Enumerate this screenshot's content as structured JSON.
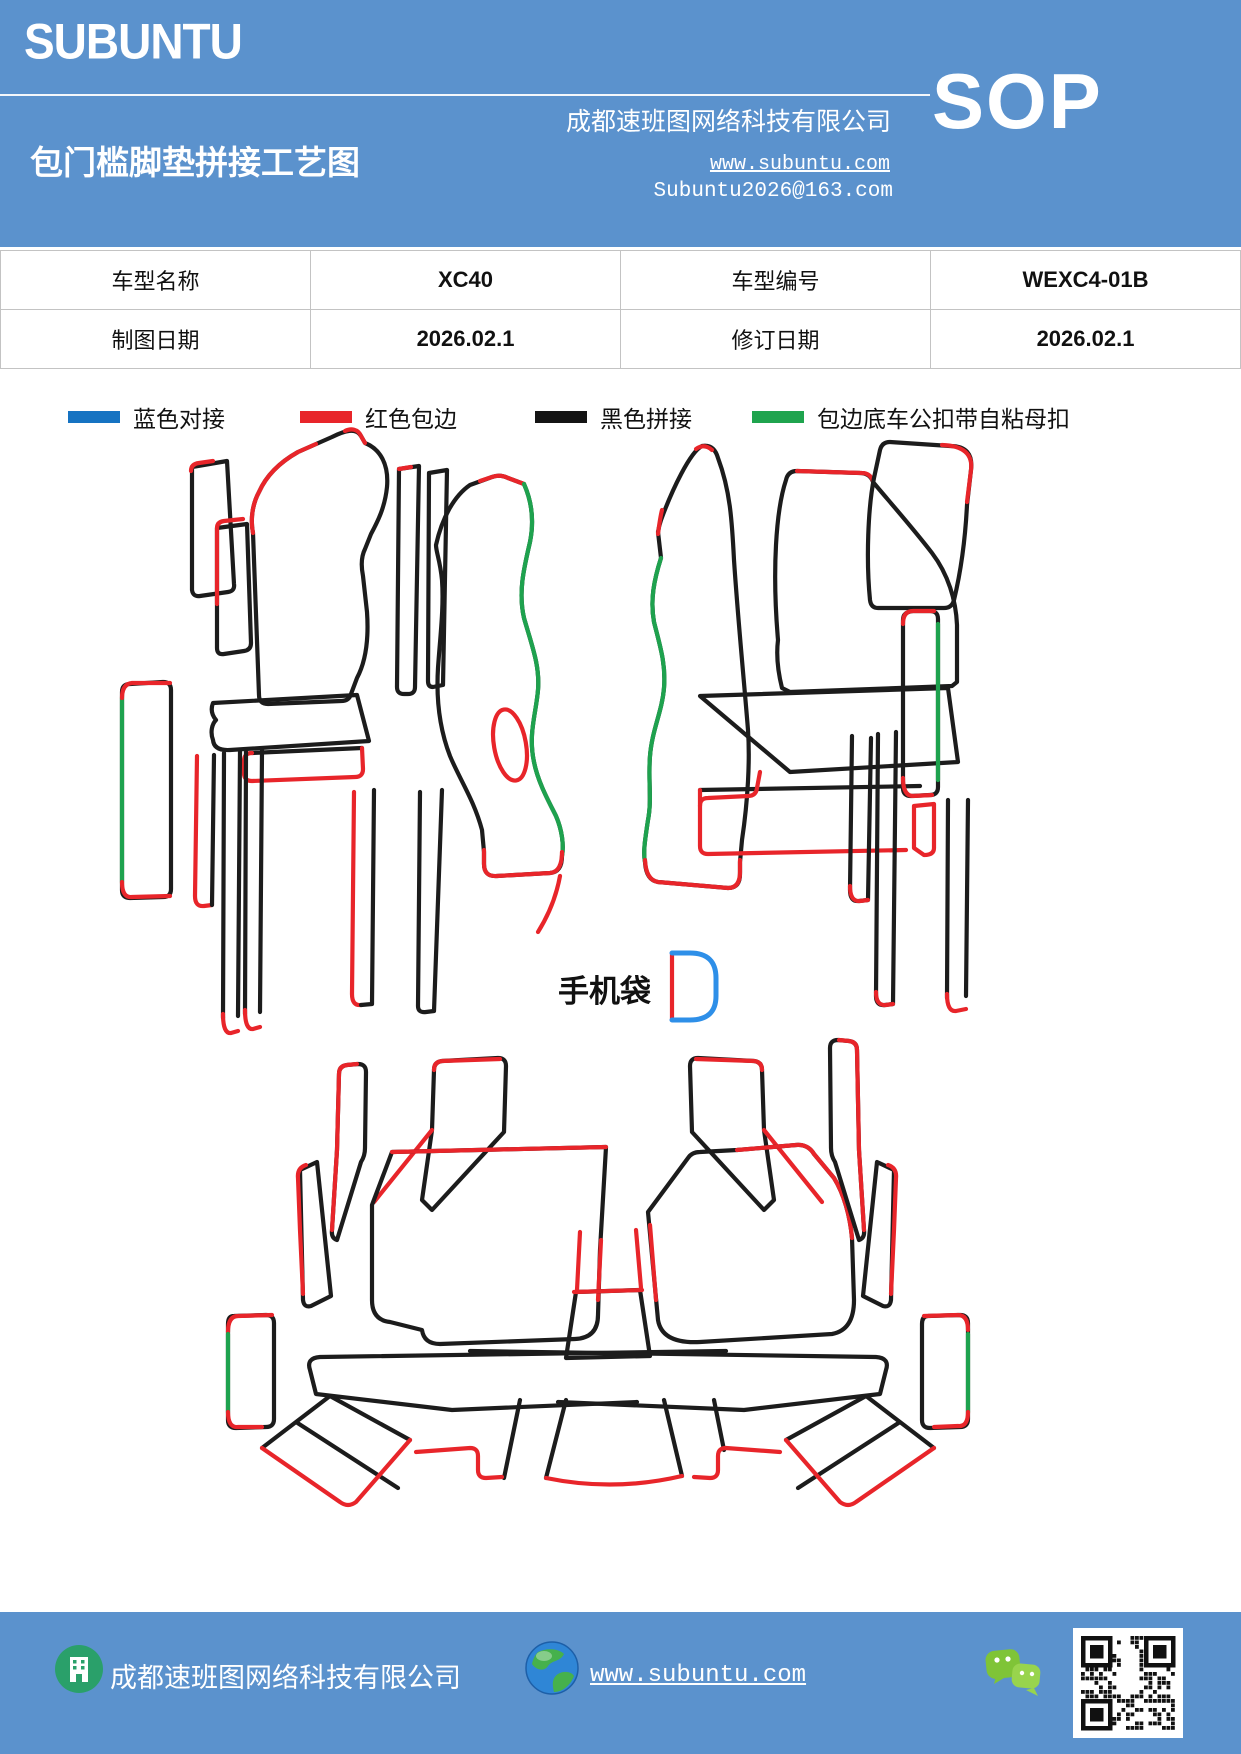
{
  "header": {
    "brand": "SUBUNTU",
    "company": "成都速班图网络科技有限公司",
    "sop_label": "SOP",
    "title": "包门槛脚垫拼接工艺图",
    "website": "www.subuntu.com",
    "email": "Subuntu2026@163.com"
  },
  "info_table": {
    "rows": [
      [
        "车型名称",
        "XC40",
        "车型编号",
        "WEXC4-01B"
      ],
      [
        "制图日期",
        "2026.02.1",
        "修订日期",
        "2026.02.1"
      ]
    ]
  },
  "legend": {
    "items": [
      {
        "label": "蓝色对接",
        "color": "#1673c2"
      },
      {
        "label": "红色包边",
        "color": "#e8252a"
      },
      {
        "label": "黑色拼接",
        "color": "#141414"
      },
      {
        "label": "包边底车公扣带自粘母扣",
        "color": "#1fa44e"
      }
    ]
  },
  "diagram": {
    "phone_bag_label": "手机袋"
  },
  "footer": {
    "company": "成都速班图网络科技有限公司",
    "website": "www.subuntu.com"
  },
  "colors": {
    "header_blue": "#5b92cd",
    "stitch_black": "#1c1c1c",
    "edging_red": "#e8252a",
    "buckle_green": "#1ea24e",
    "butt_joint_blue": "#2e8fe8"
  }
}
